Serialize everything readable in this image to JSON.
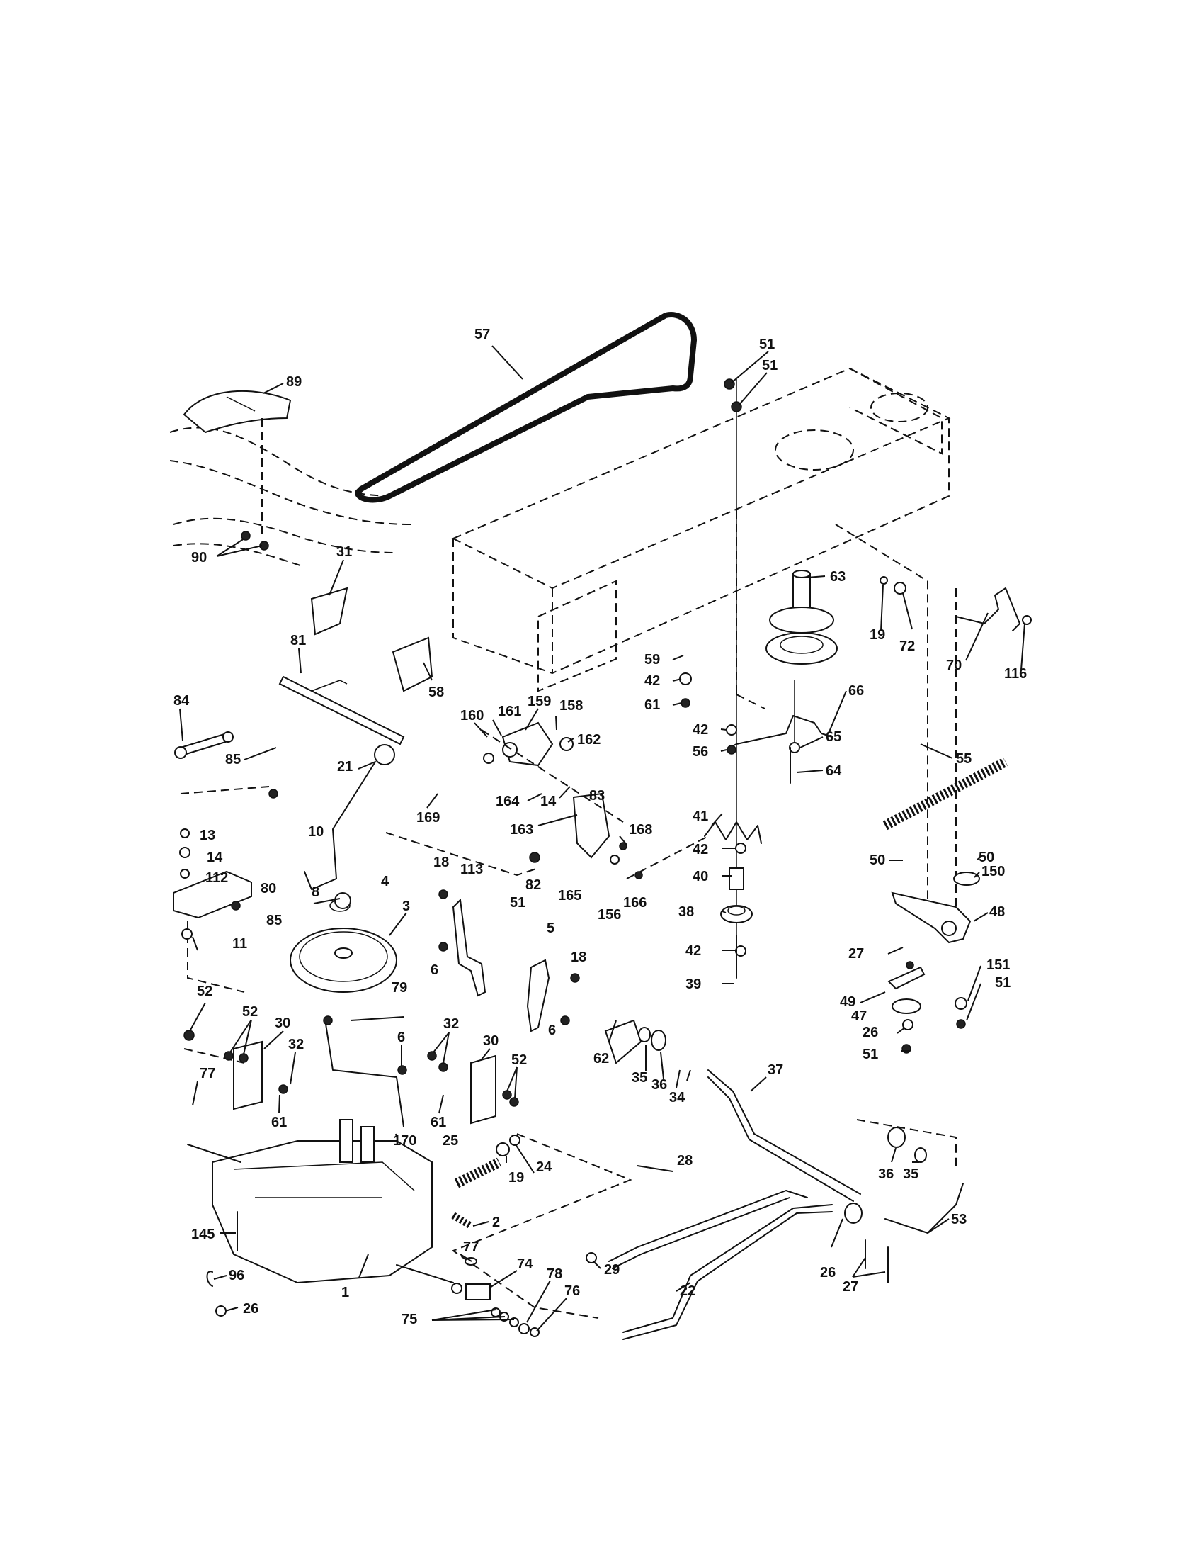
{
  "figure": {
    "title": "",
    "callouts": [
      {
        "id": "c57",
        "text": "57"
      },
      {
        "id": "c51a",
        "text": "51"
      },
      {
        "id": "c51b",
        "text": "51"
      },
      {
        "id": "c89",
        "text": "89"
      },
      {
        "id": "c90",
        "text": "90"
      },
      {
        "id": "c31",
        "text": "31"
      },
      {
        "id": "c81",
        "text": "81"
      },
      {
        "id": "c58",
        "text": "58"
      },
      {
        "id": "c63",
        "text": "63"
      },
      {
        "id": "c19a",
        "text": "19"
      },
      {
        "id": "c72",
        "text": "72"
      },
      {
        "id": "c70",
        "text": "70"
      },
      {
        "id": "c116",
        "text": "116"
      },
      {
        "id": "c59",
        "text": "59"
      },
      {
        "id": "c42a",
        "text": "42"
      },
      {
        "id": "c61a",
        "text": "61"
      },
      {
        "id": "c66",
        "text": "66"
      },
      {
        "id": "c42b",
        "text": "42"
      },
      {
        "id": "c56",
        "text": "56"
      },
      {
        "id": "c65",
        "text": "65"
      },
      {
        "id": "c64",
        "text": "64"
      },
      {
        "id": "c55",
        "text": "55"
      },
      {
        "id": "c84",
        "text": "84"
      },
      {
        "id": "c85a",
        "text": "85"
      },
      {
        "id": "c160",
        "text": "160"
      },
      {
        "id": "c161",
        "text": "161"
      },
      {
        "id": "c159",
        "text": "159"
      },
      {
        "id": "c158",
        "text": "158"
      },
      {
        "id": "c162",
        "text": "162"
      },
      {
        "id": "c21",
        "text": "21"
      },
      {
        "id": "c169",
        "text": "169"
      },
      {
        "id": "c164",
        "text": "164"
      },
      {
        "id": "c14a",
        "text": "14"
      },
      {
        "id": "c83",
        "text": "83"
      },
      {
        "id": "c163",
        "text": "163"
      },
      {
        "id": "c168",
        "text": "168"
      },
      {
        "id": "c41",
        "text": "41"
      },
      {
        "id": "c10",
        "text": "10"
      },
      {
        "id": "c13",
        "text": "13"
      },
      {
        "id": "c14b",
        "text": "14"
      },
      {
        "id": "c112",
        "text": "112"
      },
      {
        "id": "c80",
        "text": "80"
      },
      {
        "id": "c85b",
        "text": "85"
      },
      {
        "id": "c8",
        "text": "8"
      },
      {
        "id": "c4",
        "text": "4"
      },
      {
        "id": "c18a",
        "text": "18"
      },
      {
        "id": "c113",
        "text": "113"
      },
      {
        "id": "c82",
        "text": "82"
      },
      {
        "id": "c165",
        "text": "165"
      },
      {
        "id": "c156",
        "text": "156"
      },
      {
        "id": "c166",
        "text": "166"
      },
      {
        "id": "c42c",
        "text": "42"
      },
      {
        "id": "c40",
        "text": "40"
      },
      {
        "id": "c50a",
        "text": "50"
      },
      {
        "id": "c50b",
        "text": "50"
      },
      {
        "id": "c150",
        "text": "150"
      },
      {
        "id": "c38",
        "text": "38"
      },
      {
        "id": "c48",
        "text": "48"
      },
      {
        "id": "c3",
        "text": "3"
      },
      {
        "id": "c51c",
        "text": "51"
      },
      {
        "id": "c11",
        "text": "11"
      },
      {
        "id": "c5",
        "text": "5"
      },
      {
        "id": "c6a",
        "text": "6"
      },
      {
        "id": "c18b",
        "text": "18"
      },
      {
        "id": "c42d",
        "text": "42"
      },
      {
        "id": "c27a",
        "text": "27"
      },
      {
        "id": "c39",
        "text": "39"
      },
      {
        "id": "c151",
        "text": "151"
      },
      {
        "id": "c51d",
        "text": "51"
      },
      {
        "id": "c52a",
        "text": "52"
      },
      {
        "id": "c79",
        "text": "79"
      },
      {
        "id": "c49",
        "text": "49"
      },
      {
        "id": "c6b",
        "text": "6"
      },
      {
        "id": "c52b",
        "text": "52"
      },
      {
        "id": "c30a",
        "text": "30"
      },
      {
        "id": "c32a",
        "text": "32"
      },
      {
        "id": "c6c",
        "text": "6"
      },
      {
        "id": "c32b",
        "text": "32"
      },
      {
        "id": "c30b",
        "text": "30"
      },
      {
        "id": "c47",
        "text": "47"
      },
      {
        "id": "c52c",
        "text": "52"
      },
      {
        "id": "c62",
        "text": "62"
      },
      {
        "id": "c26a",
        "text": "26"
      },
      {
        "id": "c51e",
        "text": "51"
      },
      {
        "id": "c35a",
        "text": "35"
      },
      {
        "id": "c36a",
        "text": "36"
      },
      {
        "id": "c37",
        "text": "37"
      },
      {
        "id": "c77a",
        "text": "77"
      },
      {
        "id": "c61b",
        "text": "61"
      },
      {
        "id": "c61c",
        "text": "61"
      },
      {
        "id": "c34",
        "text": "34"
      },
      {
        "id": "c170",
        "text": "170"
      },
      {
        "id": "c25",
        "text": "25"
      },
      {
        "id": "c24",
        "text": "24"
      },
      {
        "id": "c19b",
        "text": "19"
      },
      {
        "id": "c28",
        "text": "28"
      },
      {
        "id": "c36b",
        "text": "36"
      },
      {
        "id": "c35b",
        "text": "35"
      },
      {
        "id": "c2",
        "text": "2"
      },
      {
        "id": "c53",
        "text": "53"
      },
      {
        "id": "c145",
        "text": "145"
      },
      {
        "id": "c77b",
        "text": "77"
      },
      {
        "id": "c74",
        "text": "74"
      },
      {
        "id": "c29",
        "text": "29"
      },
      {
        "id": "c96",
        "text": "96"
      },
      {
        "id": "c78",
        "text": "78"
      },
      {
        "id": "c76",
        "text": "76"
      },
      {
        "id": "c22",
        "text": "22"
      },
      {
        "id": "c26b",
        "text": "26"
      },
      {
        "id": "c27b",
        "text": "27"
      },
      {
        "id": "c1",
        "text": "1"
      },
      {
        "id": "c26c",
        "text": "26"
      },
      {
        "id": "c75",
        "text": "75"
      }
    ]
  }
}
